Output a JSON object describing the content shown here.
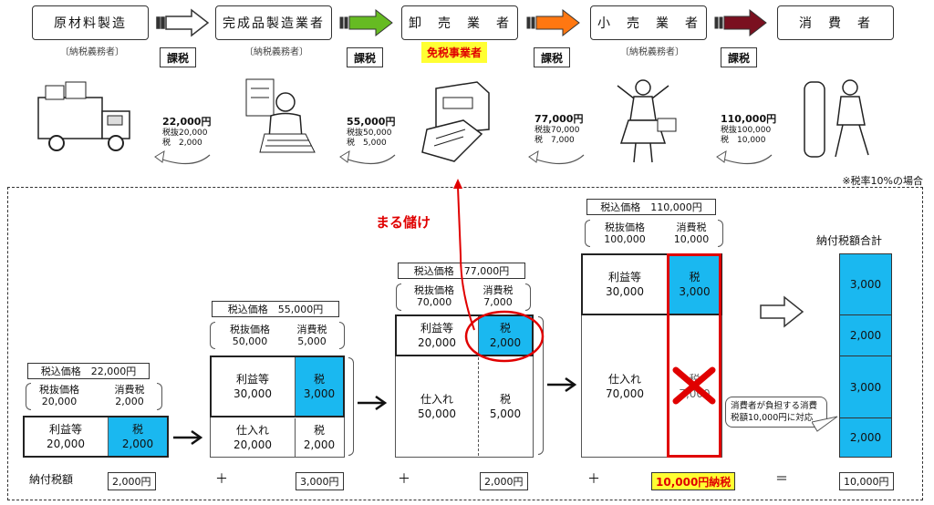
{
  "flow": {
    "stages": [
      {
        "name": "原材料製造",
        "note": "〔納税義務者〕"
      },
      {
        "name": "完成品製造業者",
        "note": "〔納税義務者〕"
      },
      {
        "name": "卸　売　業　者",
        "badge": "免税事業者"
      },
      {
        "name": "小　売　業　者",
        "note": "〔納税義務者〕"
      },
      {
        "name": "消　費　者"
      }
    ],
    "tax_tag": "課税",
    "prices": [
      {
        "total": "22,000円",
        "ex": "税抜20,000",
        "tax": "税　2,000"
      },
      {
        "total": "55,000円",
        "ex": "税抜50,000",
        "tax": "税　5,000"
      },
      {
        "total": "77,000円",
        "ex": "税抜70,000",
        "tax": "税　7,000"
      },
      {
        "total": "110,000円",
        "ex": "税抜100,000",
        "tax": "税　10,000"
      }
    ],
    "footnote": "※税率10%の場合",
    "colors": {
      "arrow_hollow": "#ffffff",
      "arrow_green": "#66bb22",
      "arrow_orange": "#ff7711",
      "arrow_darkred": "#7a1020",
      "accent_red": "#e00000",
      "cyan": "#1ab8f0",
      "highlight_yellow": "#ffff33"
    }
  },
  "blocks": [
    {
      "header": "税込価格　22,000円",
      "ex_label": "税抜価格",
      "ex_value": "20,000",
      "tax_label": "消費税",
      "tax_value": "2,000",
      "profit_label": "利益等",
      "profit_value": "20,000",
      "tax_cell": "税",
      "tax_cell_value": "2,000"
    },
    {
      "header": "税込価格　55,000円",
      "ex_label": "税抜価格",
      "ex_value": "50,000",
      "tax_label": "消費税",
      "tax_value": "5,000",
      "profit_label": "利益等",
      "profit_value": "30,000",
      "tax_cell": "税",
      "tax_cell_value": "3,000",
      "purchase_label": "仕入れ",
      "purchase_value": "20,000",
      "purchase_tax": "税",
      "purchase_tax_value": "2,000"
    },
    {
      "header": "税込価格　77,000円",
      "ex_label": "税抜価格",
      "ex_value": "70,000",
      "tax_label": "消費税",
      "tax_value": "7,000",
      "profit_label": "利益等",
      "profit_value": "20,000",
      "tax_cell": "税",
      "tax_cell_value": "2,000",
      "purchase_label": "仕入れ",
      "purchase_value": "50,000",
      "purchase_tax": "税",
      "purchase_tax_value": "5,000"
    },
    {
      "header": "税込価格　110,000円",
      "ex_label": "税抜価格",
      "ex_value": "100,000",
      "tax_label": "消費税",
      "tax_value": "10,000",
      "profit_label": "利益等",
      "profit_value": "30,000",
      "tax_cell": "税",
      "tax_cell_value": "3,000",
      "purchase_label": "仕入れ",
      "purchase_value": "70,000",
      "purchase_tax": "税",
      "purchase_tax_value": "7,000"
    }
  ],
  "maru_moke": "まる儲け",
  "total": {
    "title": "納付税額合計",
    "segments": [
      "3,000",
      "2,000",
      "3,000",
      "2,000"
    ],
    "sum": "10,000円",
    "callout": "消費者が負担する消費税額10,000円に対応"
  },
  "bottom": {
    "label": "納付税額",
    "amounts": [
      "2,000円",
      "3,000円",
      "2,000円"
    ],
    "highlight": "10,000円納税",
    "plus": "＋",
    "equals": "＝"
  }
}
